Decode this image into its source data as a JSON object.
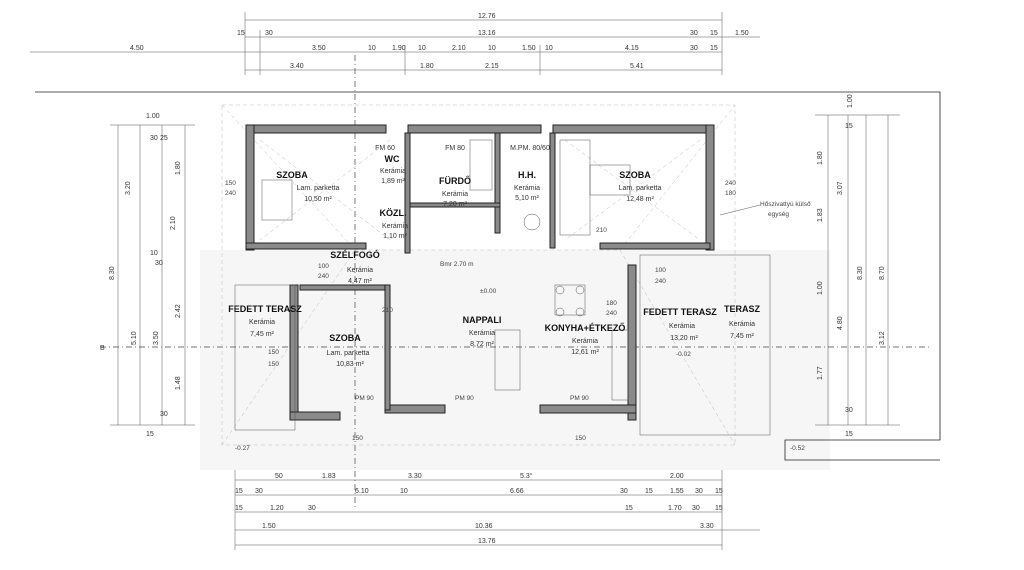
{
  "rooms": {
    "szoba_nw": {
      "name": "SZOBA",
      "floor": "Lam. parketta",
      "area": "10,50 m²"
    },
    "wc": {
      "name": "WC",
      "floor": "Kerámia",
      "area": "1,89 m²",
      "door": "FM 60"
    },
    "furdo": {
      "name": "FÜRDŐ",
      "floor": "Kerámia",
      "area": "7,20 m²",
      "door": "FM 80"
    },
    "hh": {
      "name": "H.H.",
      "floor": "Kerámia",
      "area": "5,10 m²",
      "door": "M.PM. 80/60"
    },
    "szoba_ne": {
      "name": "SZOBA",
      "floor": "Lam. parketta",
      "area": "12,48 m²"
    },
    "kozl": {
      "name": "KÖZL.",
      "floor": "Kerámia",
      "area": "1,10 m²"
    },
    "szelfogo": {
      "name": "SZÉLFOGÓ",
      "floor": "Kerámia",
      "area": "4,47 m²"
    },
    "fedett_terasz_w": {
      "name": "FEDETT TERASZ",
      "floor": "Kerámia",
      "area": "7,45 m²"
    },
    "szoba_sw": {
      "name": "SZOBA",
      "floor": "Lam. parketta",
      "area": "10,83 m²"
    },
    "nappali": {
      "name": "NAPPALI",
      "floor": "Kerámia",
      "area": "8,72 m²"
    },
    "konyha": {
      "name": "KONYHA+ÉTKEZŐ",
      "floor": "Kerámia",
      "area": "12,61 m²"
    },
    "fedett_terasz_e": {
      "name": "FEDETT TERASZ",
      "floor": "Kerámia",
      "area": "13,20 m²"
    },
    "terasz": {
      "name": "TERASZ",
      "floor": "Kerámia",
      "area": "7,45 m²"
    }
  },
  "annotations": {
    "ceiling": "Bmr 2.70 m",
    "zero_level": "±0.00",
    "level_terasz": "-0.02",
    "level_sw": "-0.27",
    "level_se": "-0.52",
    "section_label": "B",
    "chimney_note_1": "Hőszivattyú külső",
    "chimney_note_2": "egység",
    "window_pm90_a": "PM 90",
    "window_pm90_b": "PM 90",
    "window_pm90_c": "PM 90",
    "door_210_a": "210",
    "door_210_b": "210"
  },
  "dims_top": {
    "row1_total": "12.76",
    "row2": [
      "15",
      "30",
      "13.16",
      "30",
      "15",
      "1.50"
    ],
    "row3": [
      "4.50",
      "3.50",
      "10",
      "1.90",
      "10",
      "2.10",
      "10",
      "1.50",
      "10",
      "4.15",
      "30",
      "15"
    ],
    "row4": [
      "3.40",
      "1.80",
      "2.15",
      "5.41"
    ]
  },
  "dims_bottom": {
    "row1": [
      "50",
      "1.83",
      "3.30",
      "5.3°",
      "2.00"
    ],
    "row2": [
      "15",
      "30",
      "6.10",
      "10",
      "6.66",
      "30",
      "15",
      "1.55",
      "30",
      "15"
    ],
    "row3": [
      "15",
      "1.20",
      "30",
      "15",
      "1.70",
      "30",
      "15"
    ],
    "row4": [
      "1.50",
      "10.36",
      "3.30"
    ],
    "row5_total": "13.76"
  },
  "dims_left": [
    "1.00",
    "30",
    "25",
    "3.20",
    "10",
    "2.10",
    "30",
    "8.30",
    "5.10",
    "3.50",
    "1.80",
    "2.42",
    "1.48",
    "15",
    "30"
  ],
  "dims_right": [
    "1.00",
    "15",
    "1.80",
    "3.07",
    "1.83",
    "1.00",
    "8.30",
    "8.70",
    "4.80",
    "3.12",
    "1.77",
    "30",
    "15"
  ],
  "opening_labels": [
    "100",
    "240",
    "150",
    "240",
    "100",
    "240",
    "180",
    "240",
    "180",
    "240",
    "150",
    "150",
    "150",
    "150"
  ]
}
